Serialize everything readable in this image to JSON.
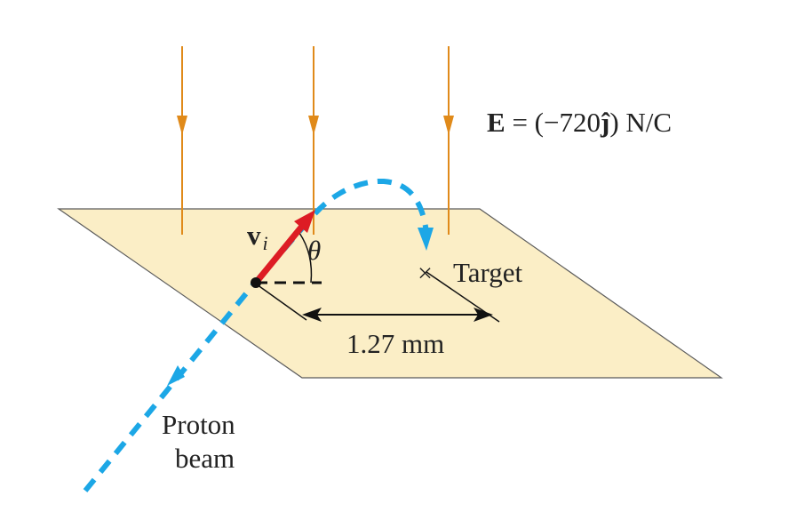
{
  "field": {
    "symbol": "E",
    "equals": " = (−720",
    "unit_vector": "ĵ",
    "units": ")  N/C"
  },
  "labels": {
    "velocity_symbol": "v",
    "velocity_subscript": "i",
    "angle": "θ",
    "target_marker": "×",
    "target": "Target",
    "distance": "1.27 mm",
    "beam_line1": "Proton",
    "beam_line2": "beam"
  },
  "colors": {
    "plate": "#fbeec6",
    "plate_edge": "#5a5a5a",
    "field_lines": "#e08a1a",
    "beam": "#1ca7e6",
    "velocity": "#dd1c24",
    "ink": "#222222"
  }
}
